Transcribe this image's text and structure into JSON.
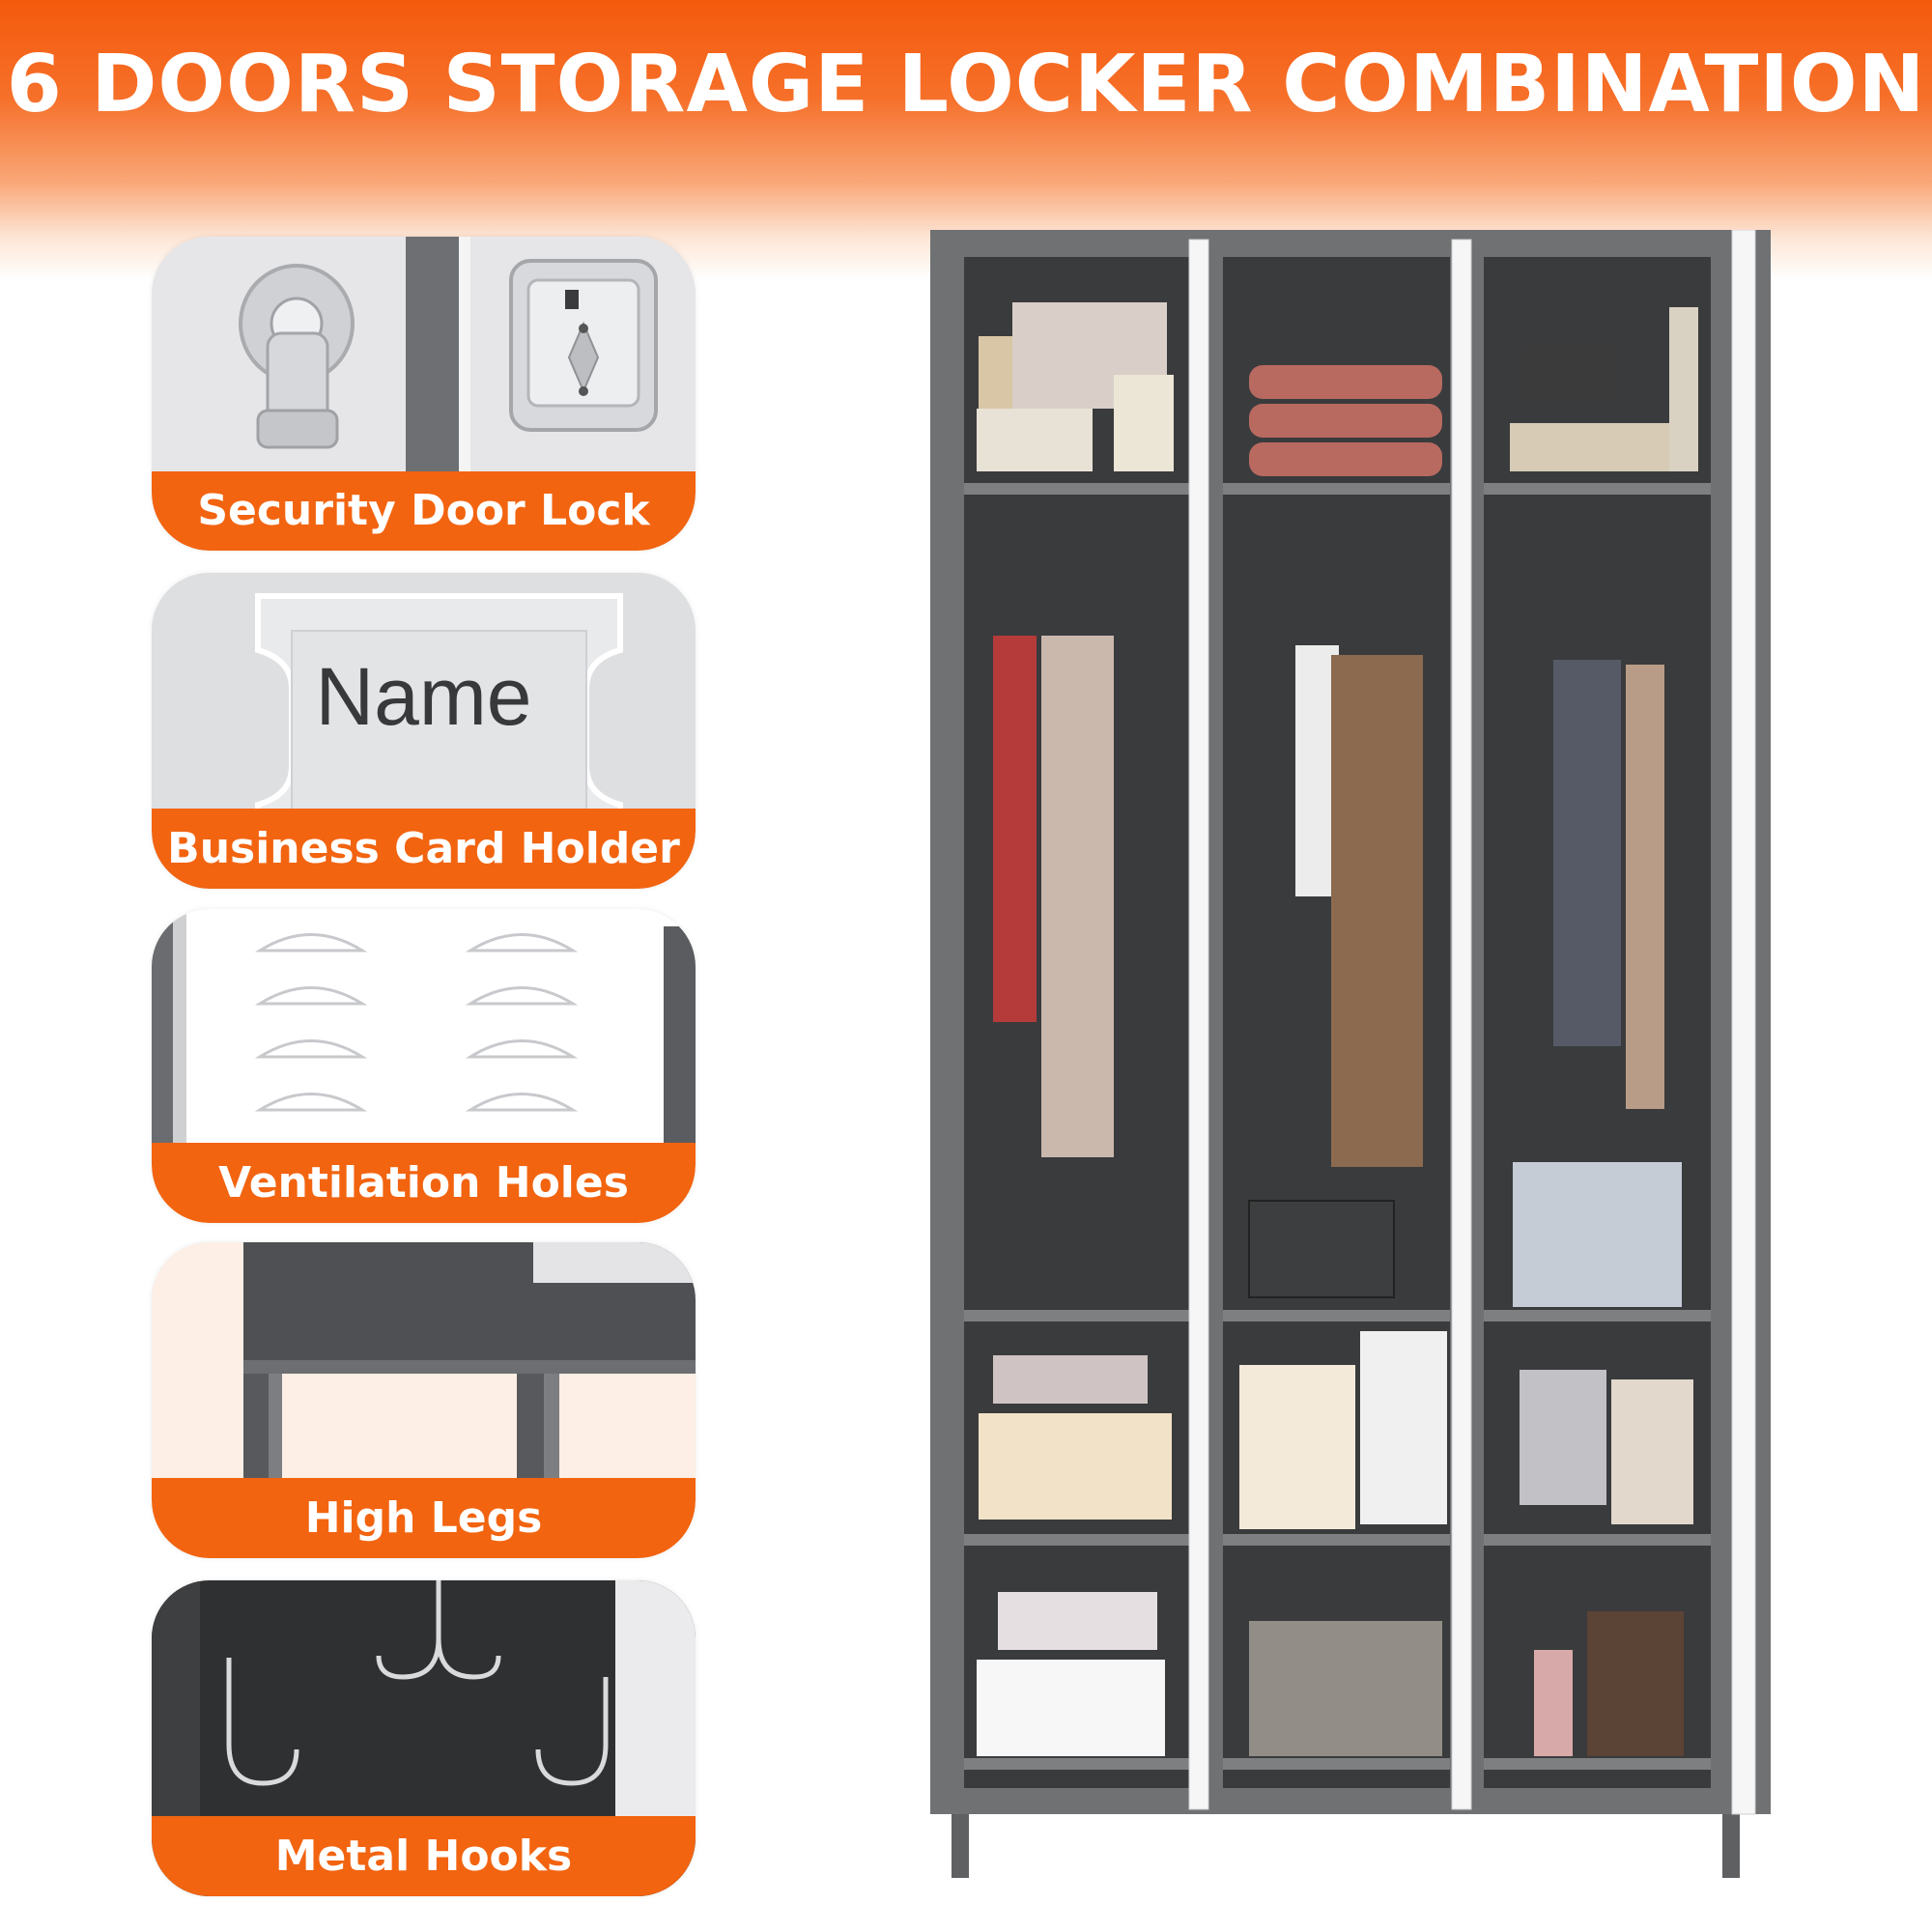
{
  "headline": "6 DOORS STORAGE LOCKER COMBINATION",
  "features": [
    {
      "label": "Security Door Lock"
    },
    {
      "label": "Business Card Holder"
    },
    {
      "label": "Ventilation Holes"
    },
    {
      "label": "High Legs"
    },
    {
      "label": "Metal Hooks"
    }
  ],
  "name_plate": "Name",
  "colors": {
    "accent": "#f26410",
    "cabinet": "#6f7173",
    "interior": "#3b3c3e",
    "door": "#ffffff"
  }
}
